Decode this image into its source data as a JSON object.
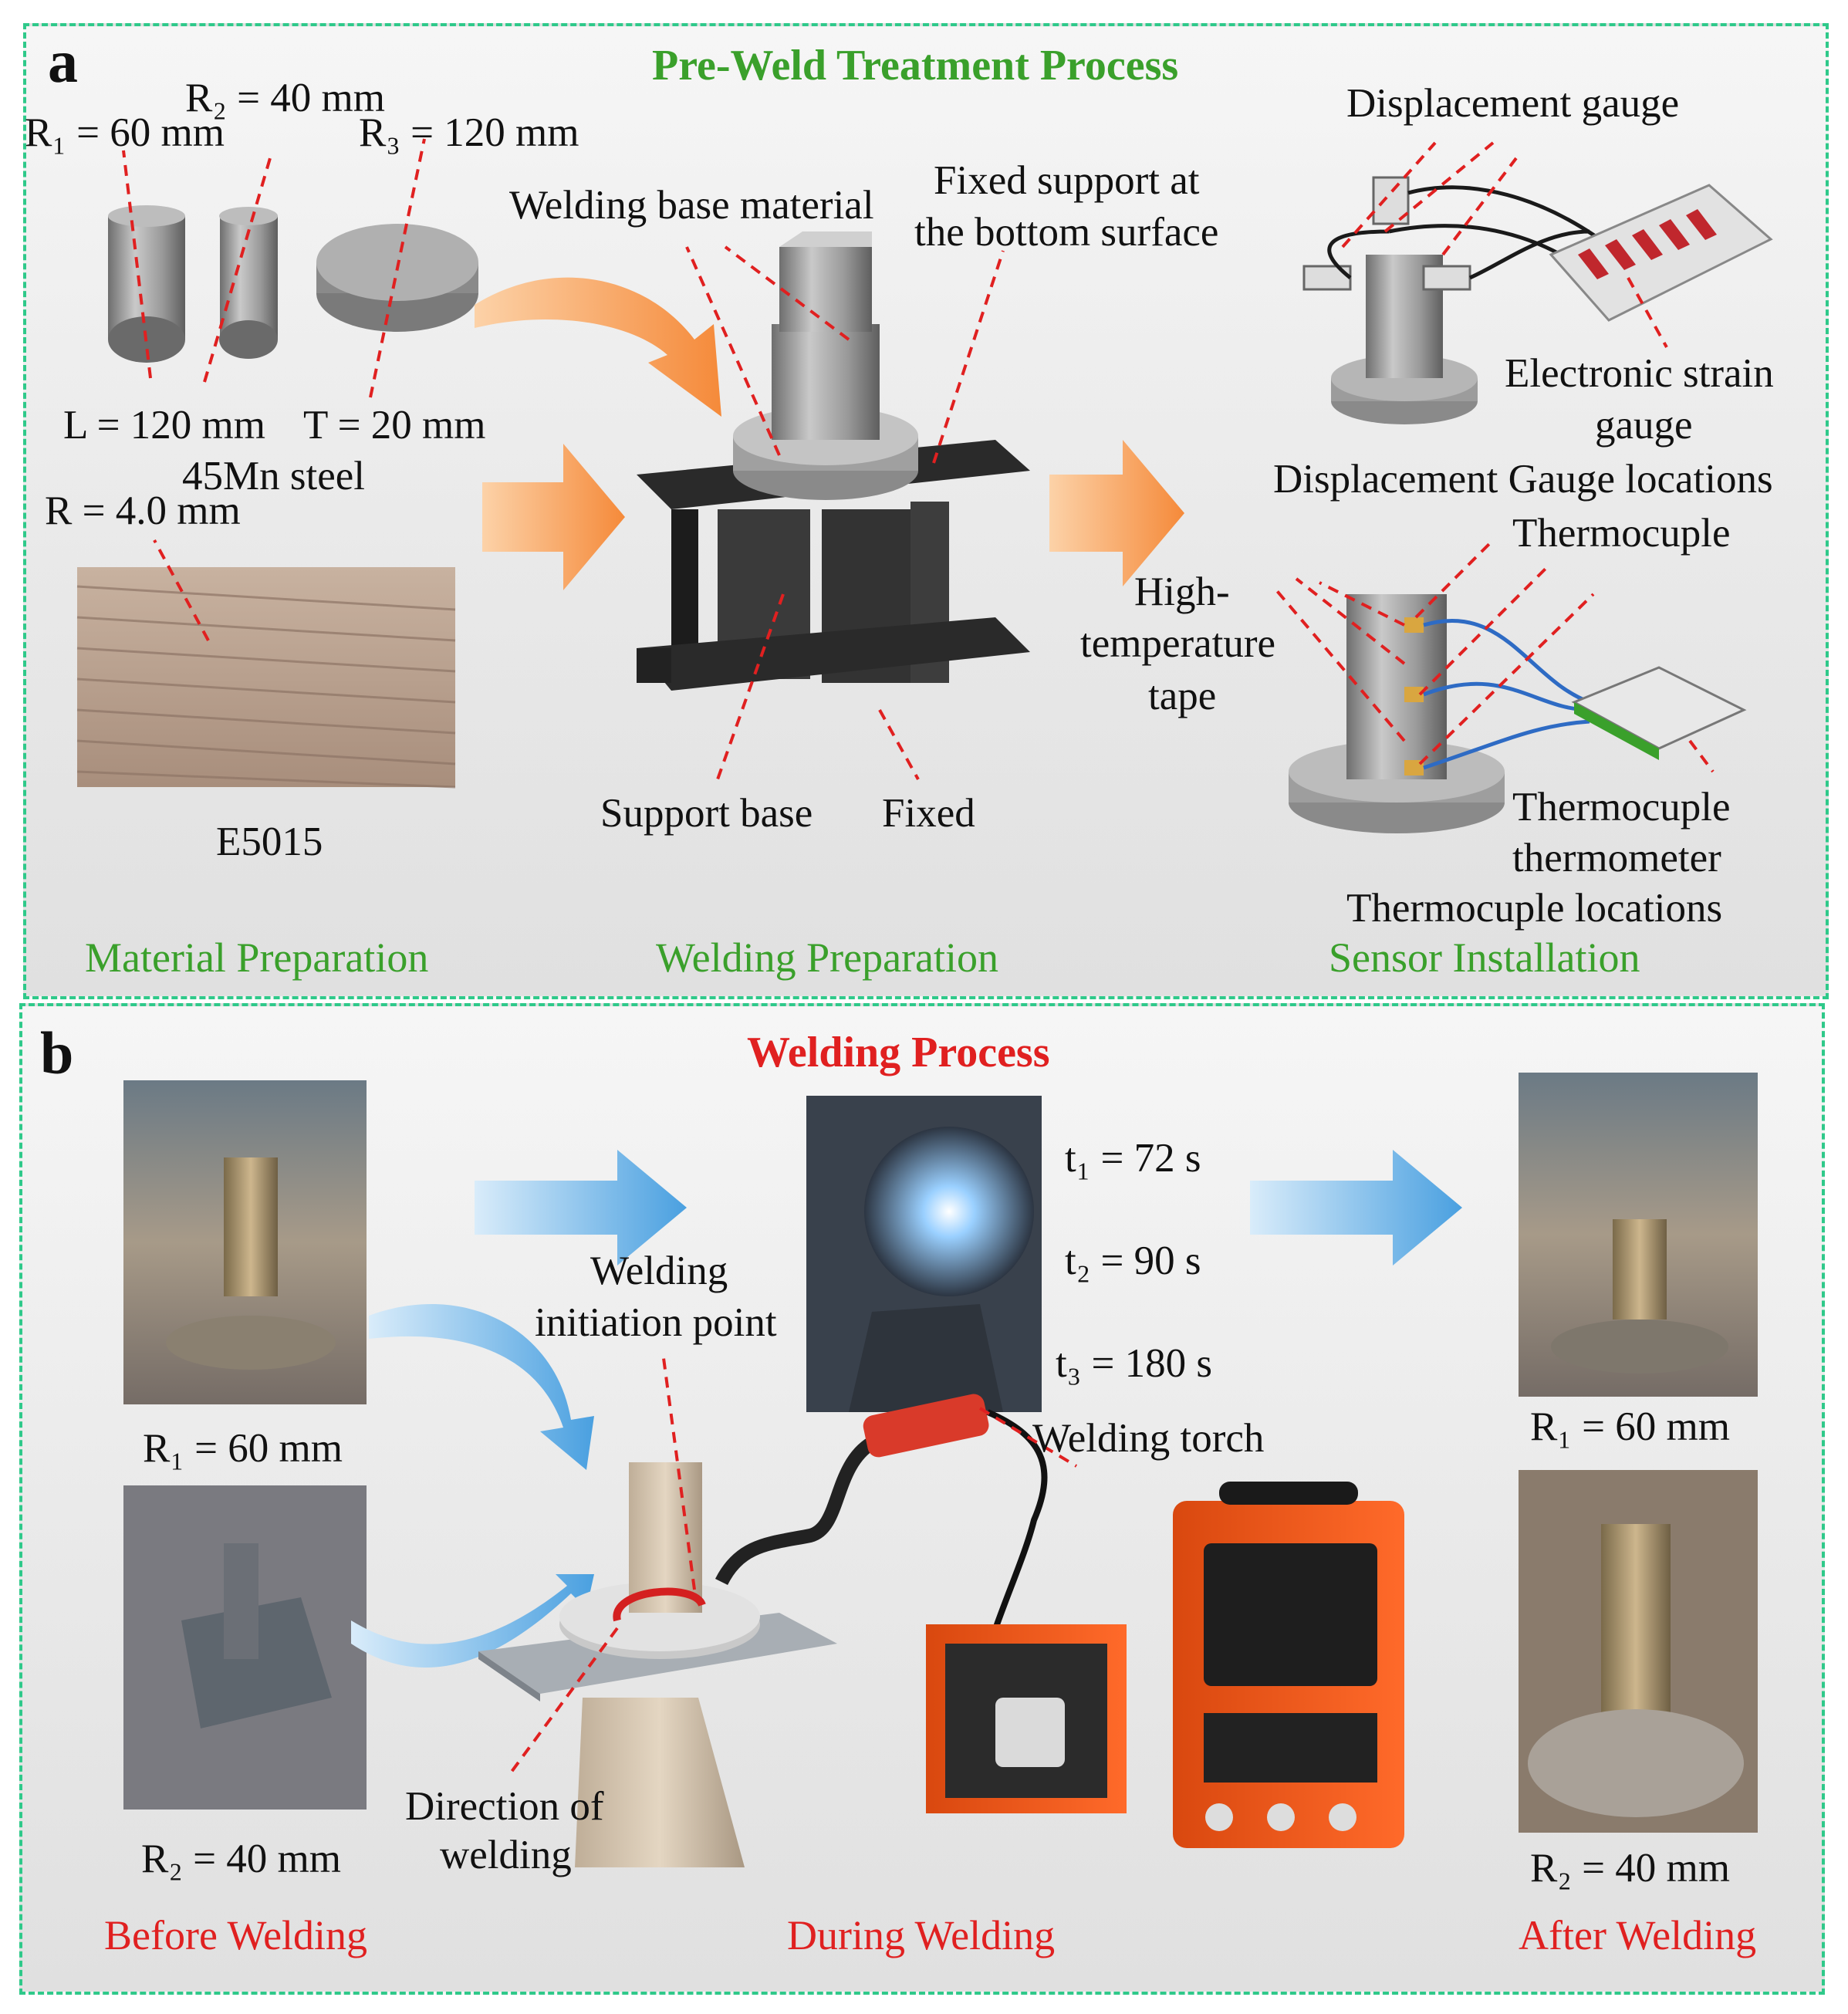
{
  "panel_a": {
    "letter": "a",
    "title": "Pre-Weld Treatment Process",
    "material": {
      "r1": "R₁ = 60 mm",
      "r2": "R₂ = 40 mm",
      "r3": "R₃ = 120 mm",
      "length": "L = 120 mm",
      "thickness": "T = 20 mm",
      "steel": "45Mn steel",
      "rod_radius": "R = 4.0 mm",
      "electrode": "E5015",
      "step": "Material Preparation"
    },
    "welding_prep": {
      "base_material": "Welding base material",
      "fixed_support_line1": "Fixed support at",
      "fixed_support_line2": "the bottom surface",
      "support_base": "Support base",
      "fixed": "Fixed",
      "step": "Welding Preparation"
    },
    "sensors": {
      "displacement_gauge": "Displacement gauge",
      "strain_gauge_line1": "Electronic strain",
      "strain_gauge_line2": "gauge",
      "displacement_locations": "Displacement Gauge locations",
      "thermocouple": "Thermocuple",
      "tape_line1": "High-",
      "tape_line2": "temperature",
      "tape_line3": "tape",
      "thermometer_line1": "Thermocuple",
      "thermometer_line2": "thermometer",
      "thermo_locations": "Thermocuple locations",
      "step": "Sensor Installation"
    }
  },
  "panel_b": {
    "letter": "b",
    "title": "Welding Process",
    "before": {
      "r1": "R₁ = 60 mm",
      "r2": "R₂ = 40 mm",
      "step": "Before Welding"
    },
    "during": {
      "initiation_line1": "Welding",
      "initiation_line2": "initiation point",
      "t1": "t₁ = 72 s",
      "t2": "t₂ = 90 s",
      "t3": "t₃ = 180 s",
      "torch": "Welding torch",
      "direction_line1": "Direction of",
      "direction_line2": "welding",
      "step": "During Welding"
    },
    "after": {
      "r1": "R₁ = 60 mm",
      "r2": "R₂ = 40 mm",
      "step": "After Welding"
    }
  },
  "colors": {
    "border": "#2fc98a",
    "green_text": "#3aa02b",
    "red_text": "#e02020",
    "arrow_orange": "#f7a15a",
    "arrow_blue": "#5aa8e0",
    "machine_orange": "#f05a1e"
  }
}
